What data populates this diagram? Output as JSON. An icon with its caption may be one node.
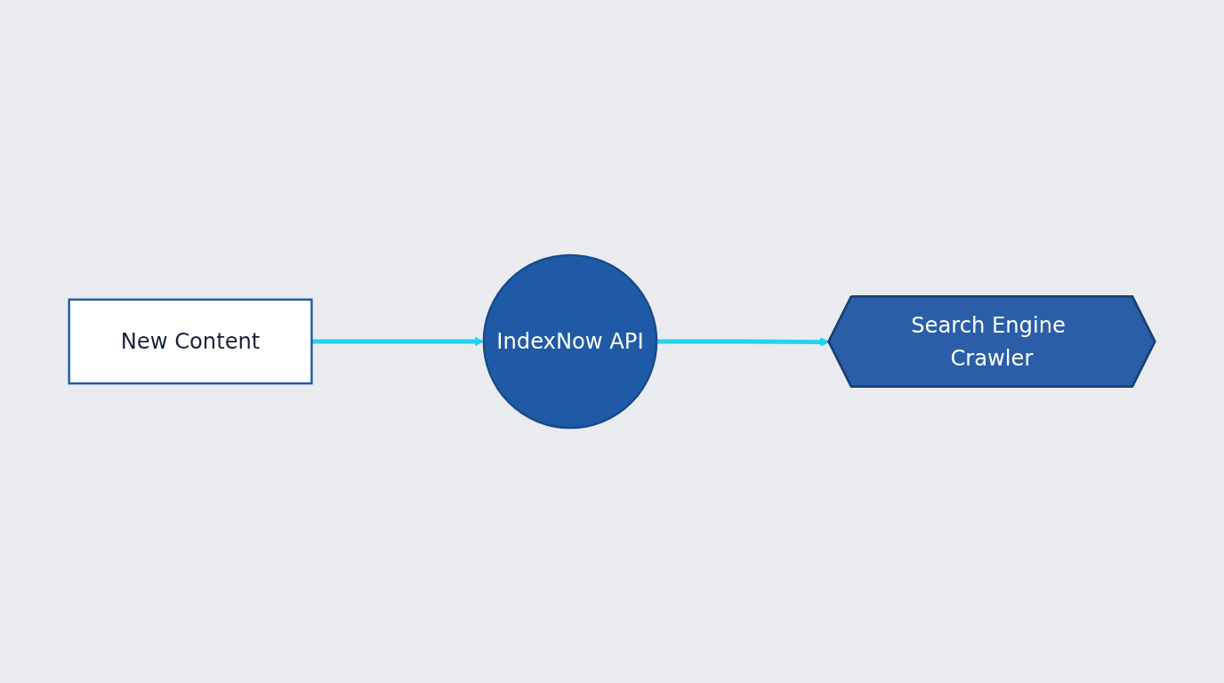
{
  "diagram": {
    "nodes": [
      {
        "text": [
          "New Content"
        ]
      },
      {
        "text": [
          "IndexNow API"
        ]
      },
      {
        "text": [
          "Search Engine Crawler"
        ]
      }
    ],
    "edges": [
      {
        "from": 0,
        "to": 1,
        "arrow": "to"
      },
      {
        "from": 1,
        "to": 2,
        "arrow": "to"
      }
    ]
  }
}
